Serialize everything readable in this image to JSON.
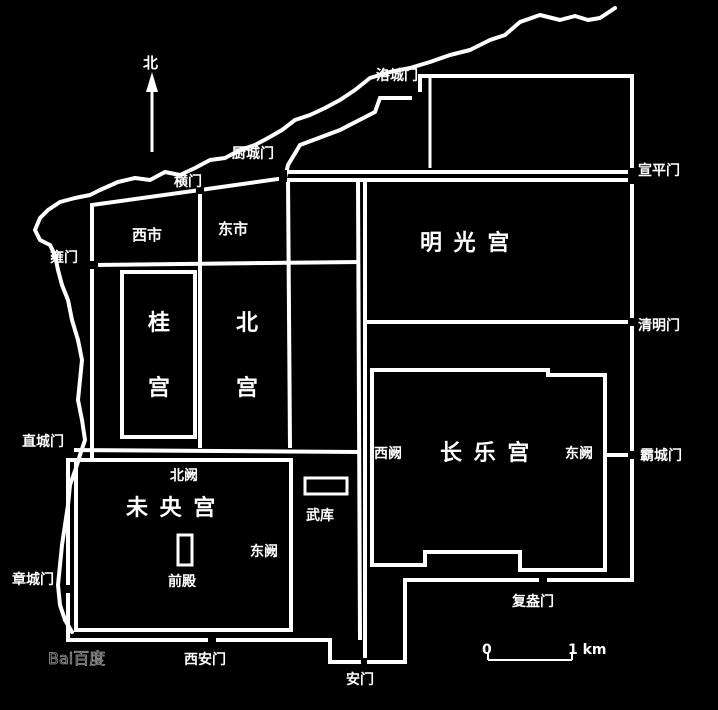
{
  "compass": {
    "north_label": "北"
  },
  "gates": {
    "luocheng": "洛城门",
    "chucheng": "厨城门",
    "heng": "横门",
    "yong": "雍门",
    "zhicheng": "直城门",
    "zhangcheng": "章城门",
    "xian": "西安门",
    "an": "安门",
    "fuang": "复盎门",
    "bacheng": "霸城门",
    "qingming": "清明门",
    "xuanping": "宣平门"
  },
  "districts": {
    "west_market": "西市",
    "east_market": "东市"
  },
  "palaces": {
    "mingguang": "明 光 宫",
    "gui_top": "桂",
    "gui_bottom": "宫",
    "bei_top": "北",
    "bei_bottom": "宫",
    "weiyang": "未 央 宫",
    "changle": "长 乐 宫"
  },
  "features": {
    "north_que": "北阙",
    "east_que": "东阙",
    "front_hall": "前殿",
    "arsenal": "武库",
    "west_que": "西阙",
    "east_que_changle": "东阙"
  },
  "scale": {
    "zero": "0",
    "one": "1 km"
  },
  "watermark": {
    "text": "Bai百度"
  }
}
